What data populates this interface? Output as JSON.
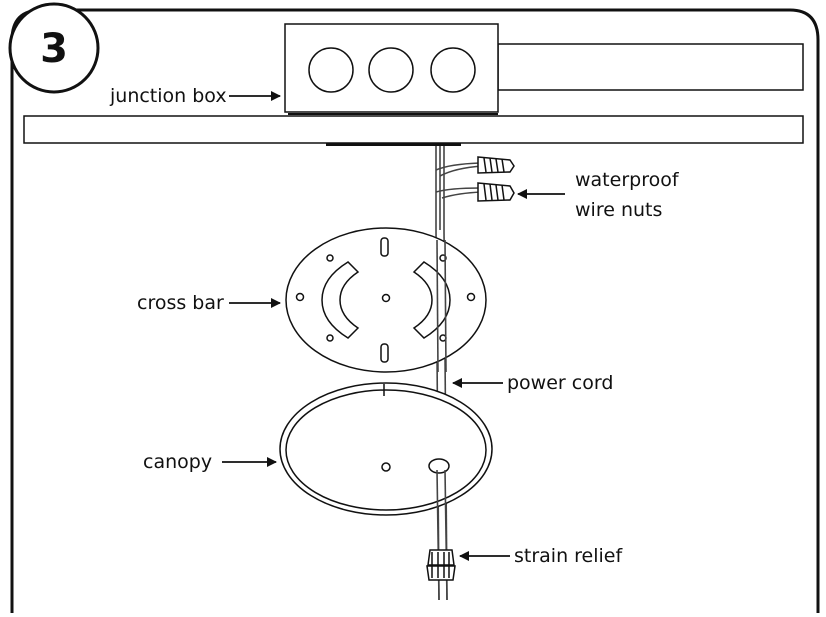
{
  "step": {
    "number": "3"
  },
  "labels": {
    "junction_box": "junction box",
    "waterproof_line1": "waterproof",
    "waterproof_line2": "wire nuts",
    "cross_bar": "cross bar",
    "power_cord": "power cord",
    "canopy": "canopy",
    "strain_relief": "strain relief"
  },
  "colors": {
    "line": "#1a1a1a",
    "wire": "#444444",
    "fill": "#ffffff"
  }
}
